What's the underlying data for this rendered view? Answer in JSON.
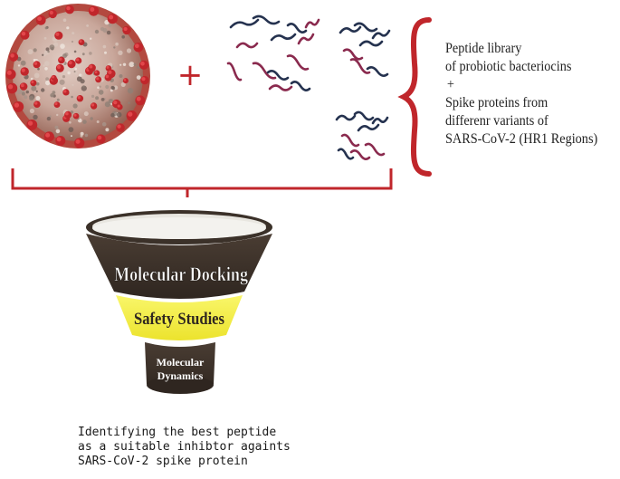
{
  "plus_sign": "+",
  "library": {
    "line1": "Peptide library",
    "line2": "of probiotic bacteriocins",
    "plus": "+",
    "line3": "Spike proteins from",
    "line4": "differenr variants of",
    "line5": "SARS-CoV-2 (HR1 Regions)"
  },
  "funnel": {
    "stage1": "Molecular Docking",
    "stage2": "Safety Studies",
    "stage3_line1": "Molecular",
    "stage3_line2": "Dynamics"
  },
  "result": {
    "line1": "Identifying the best peptide",
    "line2": "as a suitable inhibtor againts",
    "line3": "SARS-CoV-2 spike protein"
  },
  "colors": {
    "accent_red": "#c0262b",
    "funnel_dark": "#3b3129",
    "funnel_yellow": "#f7f347",
    "virus_body": "#c9a79b",
    "peptide_dark": "#25324f",
    "peptide_magenta": "#8a2a4e"
  }
}
